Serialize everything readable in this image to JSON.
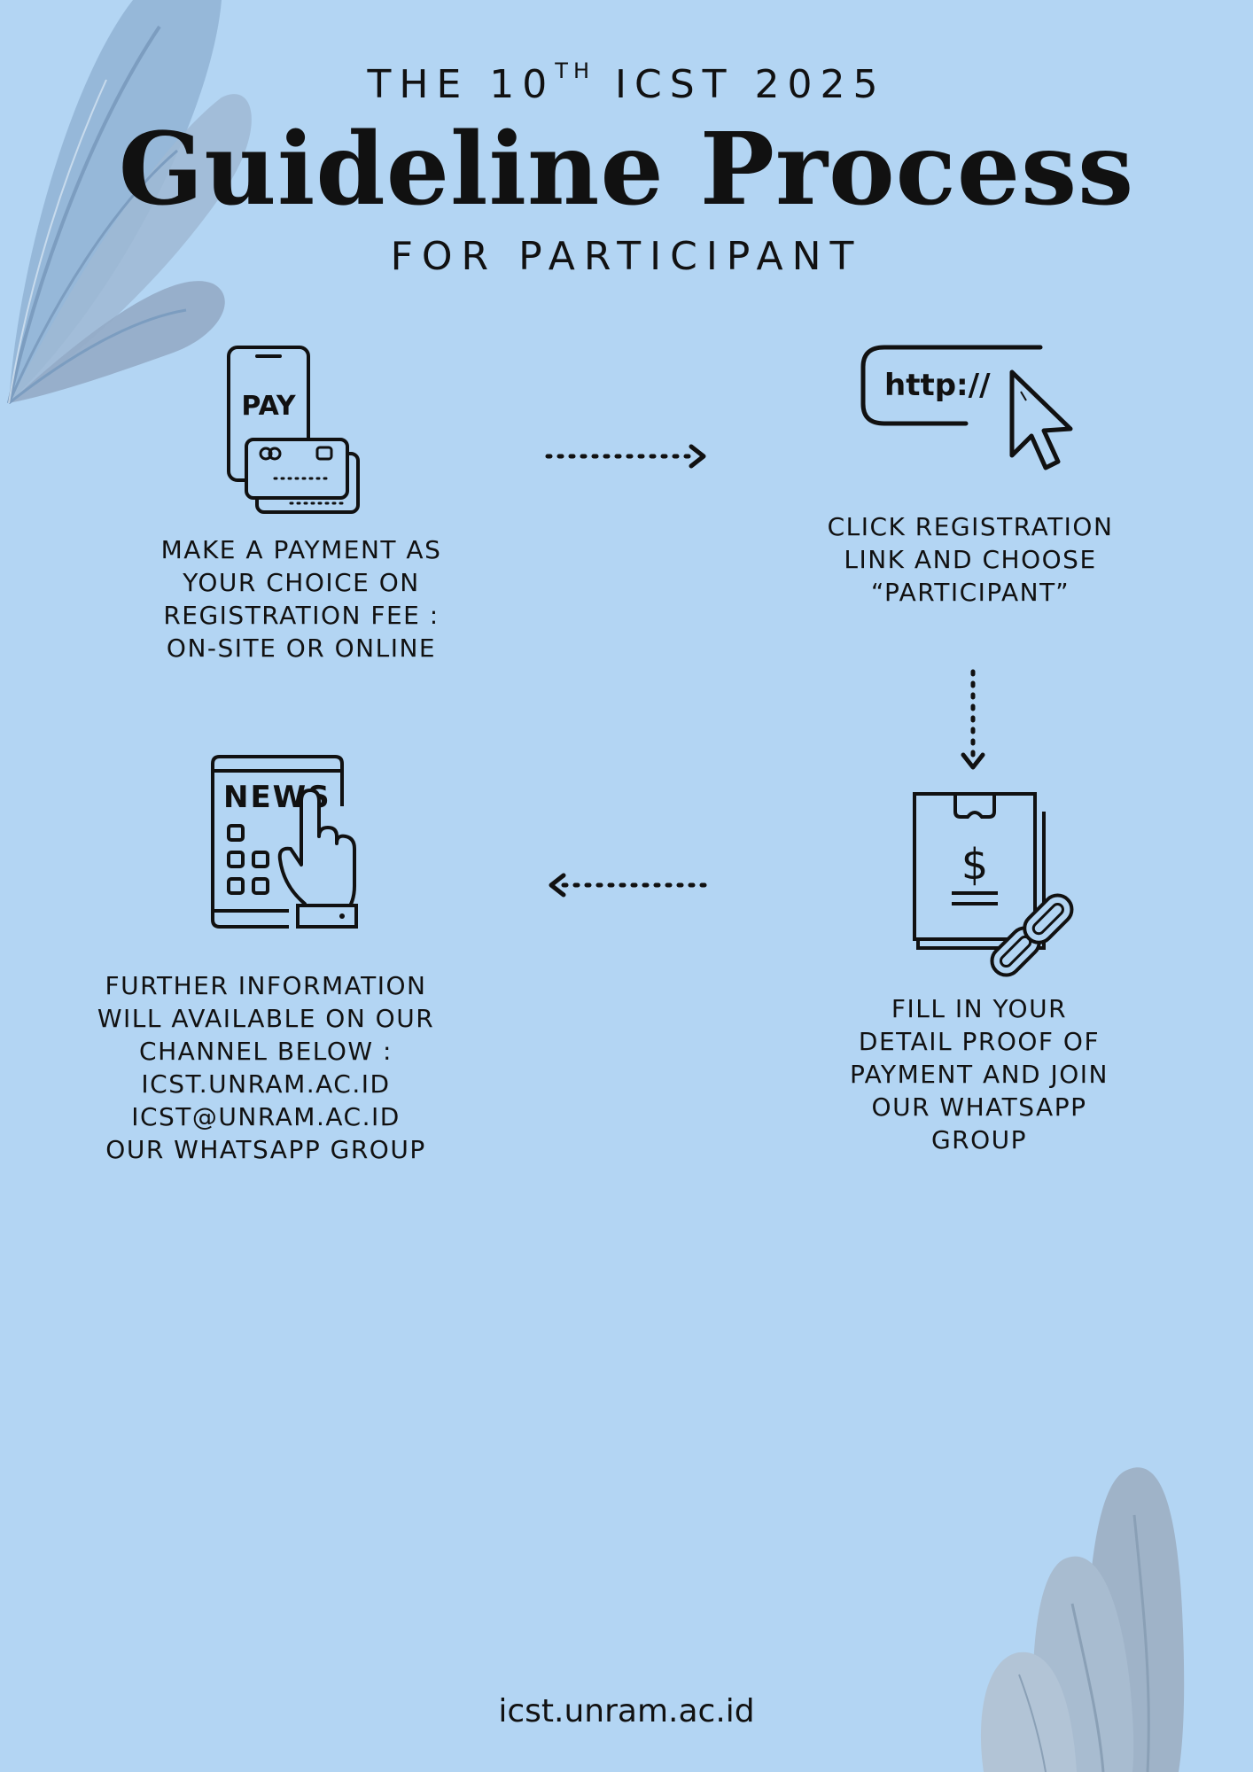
{
  "header": {
    "pre_title_prefix": "THE 10",
    "pre_title_sup": "TH",
    "pre_title_suffix": "ICST 2025",
    "title": "Guideline Process",
    "subtitle": "FOR PARTICIPANT"
  },
  "steps": [
    {
      "icon": "pay-phone-card-icon",
      "icon_text": "PAY",
      "lines": [
        "MAKE A PAYMENT AS",
        "YOUR CHOICE ON",
        "REGISTRATION FEE :",
        "ON-SITE OR ONLINE"
      ]
    },
    {
      "icon": "http-cursor-icon",
      "icon_text": "http://",
      "lines": [
        "CLICK REGISTRATION",
        "LINK AND CHOOSE",
        "“PARTICIPANT”"
      ]
    },
    {
      "icon": "receipt-link-icon",
      "icon_text": "$",
      "lines": [
        "FILL IN YOUR",
        "DETAIL PROOF OF",
        "PAYMENT AND JOIN",
        "OUR WHATSAPP",
        "GROUP"
      ]
    },
    {
      "icon": "news-tablet-icon",
      "icon_text": "NEWS",
      "lines": [
        "FURTHER INFORMATION",
        "WILL AVAILABLE ON OUR",
        "CHANNEL BELOW :",
        "ICST.UNRAM.AC.ID",
        "ICST@UNRAM.AC.ID",
        "OUR WHATSAPP GROUP"
      ]
    }
  ],
  "footer": {
    "url": "icst.unram.ac.id"
  },
  "colors": {
    "background": "#b3d5f3",
    "ink": "#111111",
    "leaf_blue": "#8fb2d4",
    "leaf_grey": "#9fb3c8"
  }
}
